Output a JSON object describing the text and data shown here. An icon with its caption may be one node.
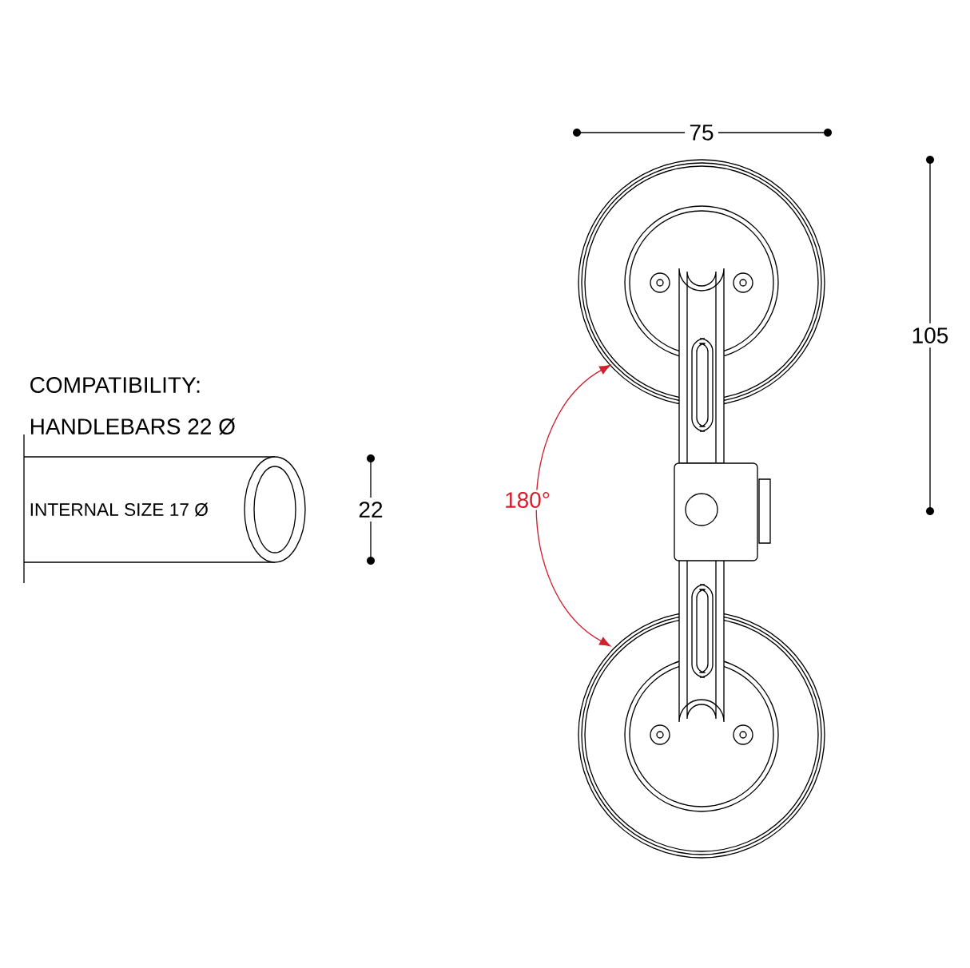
{
  "diagram": {
    "labels": [
      "75",
      "105",
      "COMPATIBILITY:",
      "HANDLEBARS 22 Ø",
      "INTERNAL SIZE 17 Ø",
      "22",
      "180°"
    ]
  }
}
